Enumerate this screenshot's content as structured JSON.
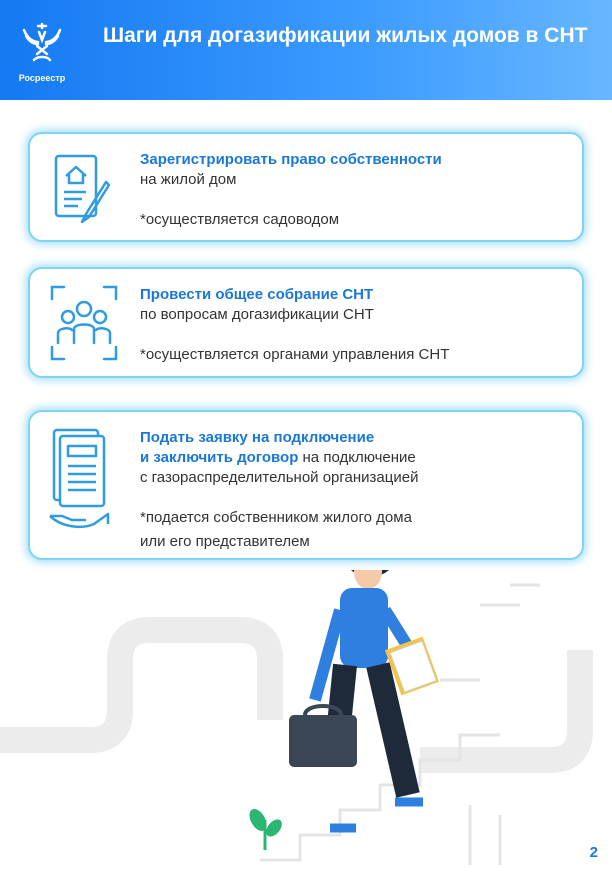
{
  "header": {
    "logo_text": "Росреестр",
    "title": "Шаги для догазификации жилых домов в СНТ"
  },
  "steps": [
    {
      "icon": "document-house-pen-icon",
      "title": "Зарегистрировать право собственности",
      "text": "на жилой дом",
      "note": "*осуществляется садоводом"
    },
    {
      "icon": "group-people-icon",
      "title": "Провести общее собрание СНТ",
      "text": "по вопросам догазификации СНТ",
      "note": "*осуществляется органами управления СНТ"
    },
    {
      "icon": "document-hand-icon",
      "title_line1": "Подать заявку на подключение",
      "title_line2": "и заключить договор",
      "text_after": " на подключение",
      "text": "с газораспределительной организацией",
      "note_line1": "*подается собственником жилого дома",
      "note_line2": "или его представителем"
    }
  ],
  "page_number": "2",
  "colors": {
    "accent": "#1a78d6",
    "header_start": "#1479f2",
    "header_end": "#67b6ff"
  }
}
